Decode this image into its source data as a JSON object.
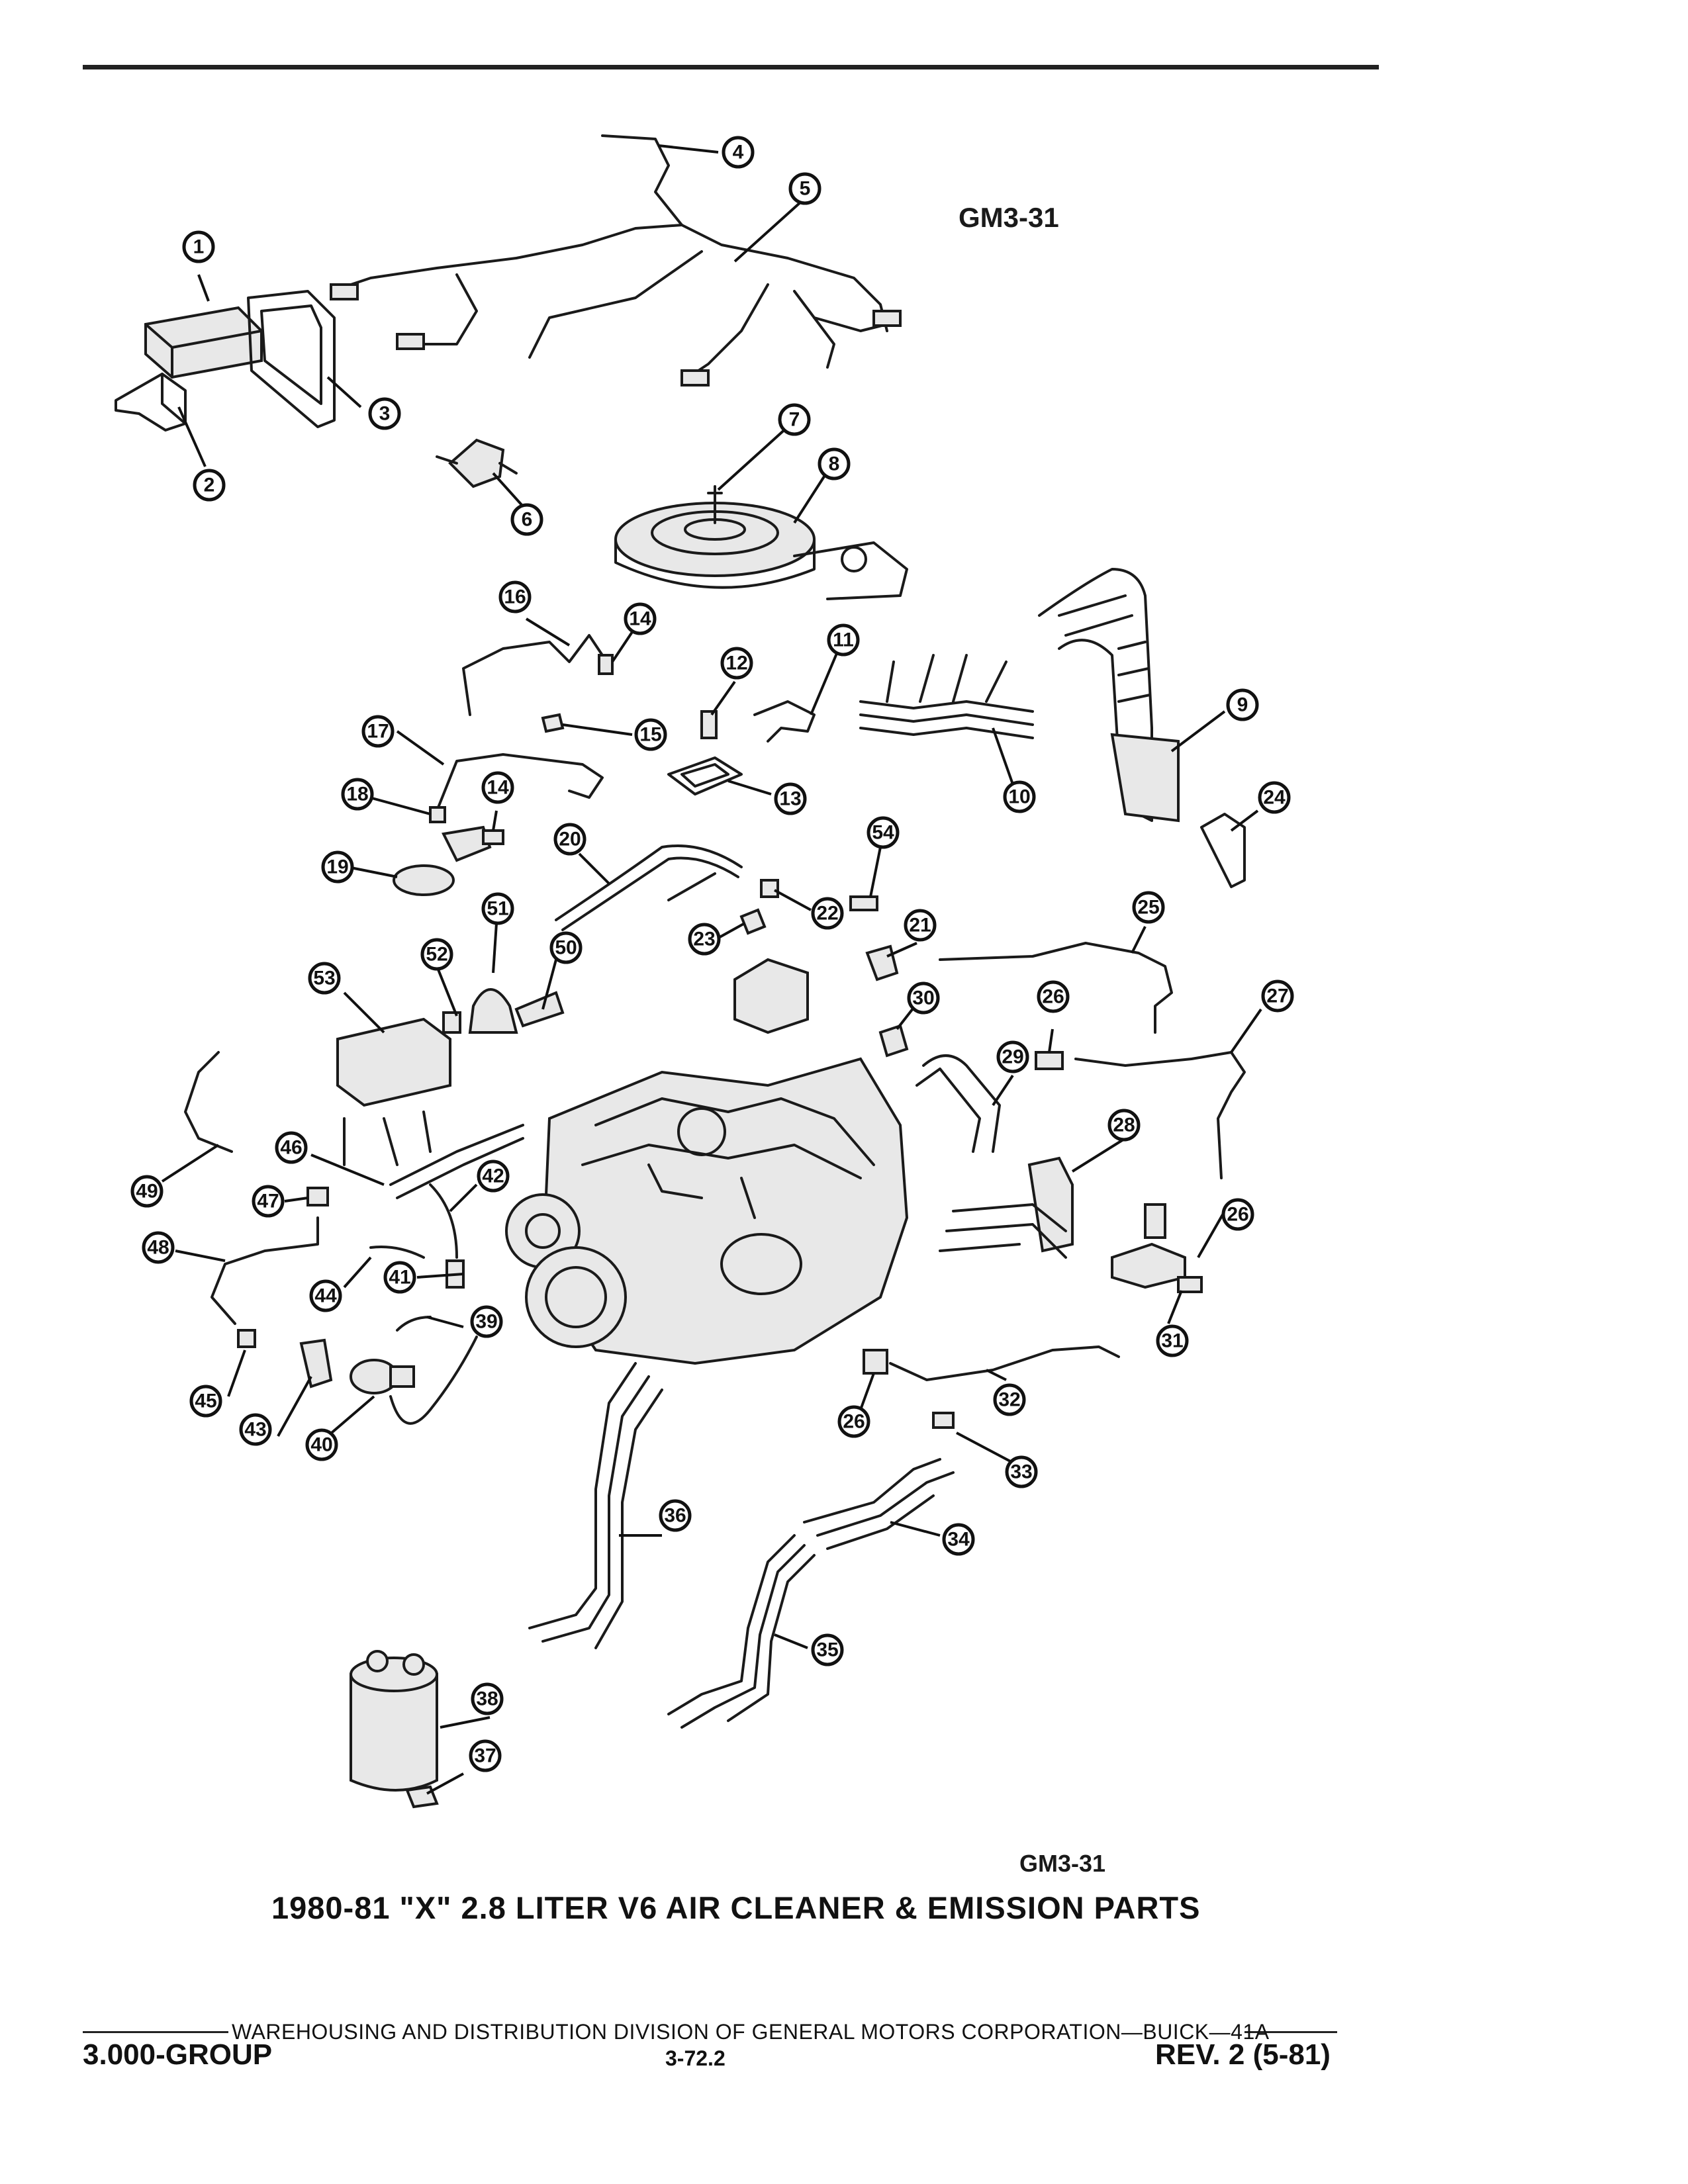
{
  "diagram": {
    "code_top": "GM3-31",
    "code_bottom": "GM3-31",
    "title": "1980-81 \"X\" 2.8 LITER V6 AIR CLEANER & EMISSION PARTS",
    "callouts": [
      "1",
      "2",
      "3",
      "4",
      "5",
      "6",
      "7",
      "8",
      "9",
      "10",
      "11",
      "12",
      "13",
      "14",
      "14",
      "15",
      "16",
      "17",
      "18",
      "19",
      "20",
      "21",
      "22",
      "23",
      "24",
      "25",
      "26",
      "26",
      "26",
      "27",
      "28",
      "29",
      "30",
      "31",
      "32",
      "33",
      "34",
      "35",
      "36",
      "37",
      "38",
      "39",
      "40",
      "41",
      "42",
      "43",
      "44",
      "45",
      "46",
      "47",
      "48",
      "49",
      "50",
      "51",
      "52",
      "53",
      "54"
    ]
  },
  "footer": {
    "line": "WAREHOUSING AND DISTRIBUTION  DIVISION OF GENERAL MOTORS CORPORATION—BUICK—41A",
    "group": "3.000-GROUP",
    "page": "3-72.2",
    "revision": "REV. 2 (5-81)"
  }
}
